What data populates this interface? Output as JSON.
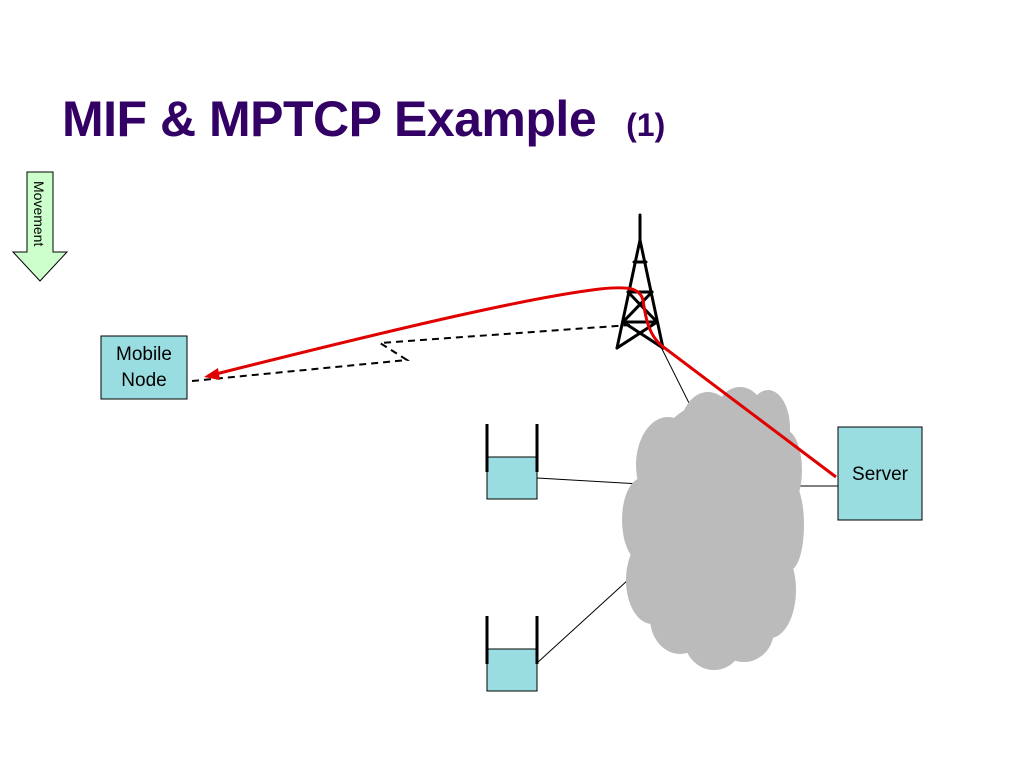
{
  "slide": {
    "title": "MIF & MPTCP Example",
    "title_suffix": "(1)"
  },
  "diagram": {
    "movement_label": "Movement",
    "mobile_node_line1": "Mobile",
    "mobile_node_line2": "Node",
    "server_label": "Server"
  },
  "colors": {
    "title": "#330066",
    "node_fill": "#99dde0",
    "cloud": "#bbbbbb",
    "active_path": "#e00000",
    "movement_arrow": "#ccffcc"
  }
}
